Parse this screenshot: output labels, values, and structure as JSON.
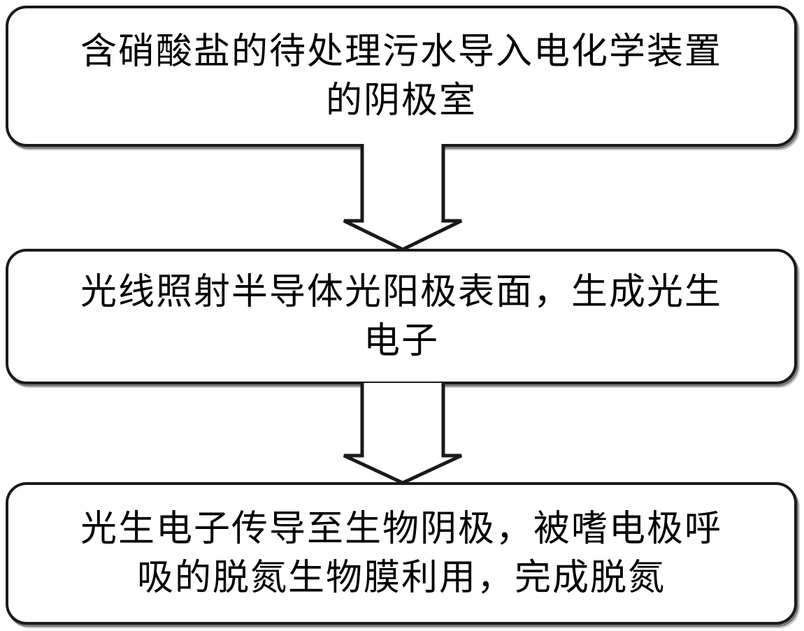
{
  "steps": [
    {
      "line1": "含硝酸盐的待处理污水导入电化学装置",
      "line2": "的阴极室"
    },
    {
      "line1": "光线照射半导体光阳极表面，生成光生",
      "line2": "电子"
    },
    {
      "line1": "光生电子传导至生物阴极，被嗜电极呼",
      "line2": "吸的脱氮生物膜利用，完成脱氮"
    }
  ],
  "colors": {
    "stroke": "#1a1a1a",
    "text": "#000000",
    "background": "#ffffff"
  }
}
